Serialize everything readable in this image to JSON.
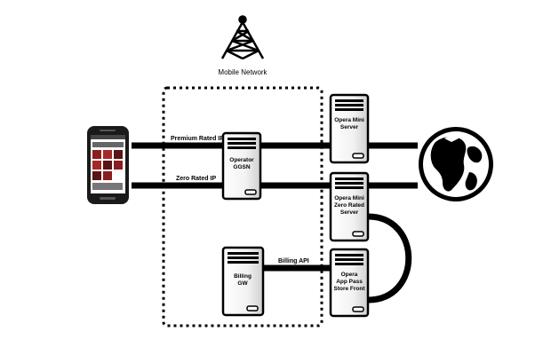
{
  "mobile_network_label": "Mobile Network",
  "links": {
    "premium_rated_ip": "Premium Rated IP",
    "zero_rated_ip": "Zero Rated IP",
    "billing_api": "Billing API"
  },
  "servers": {
    "operator_ggsn": [
      "Operator",
      "GGSN"
    ],
    "billing_gw": [
      "Billing",
      "GW"
    ],
    "opera_mini_server": [
      "Opera Mini",
      "Server"
    ],
    "opera_mini_zero_rated_server": [
      "Opera Mini",
      "Zero Rated",
      "Server"
    ],
    "opera_app_pass_store_front": [
      "Opera",
      "App Pass",
      "Store Front"
    ]
  },
  "icons": {
    "tower": "antenna-tower-icon",
    "phone": "smartphone-icon",
    "globe": "internet-globe-icon"
  },
  "colors": {
    "line": "#000000",
    "background": "#ffffff",
    "phone_screen": "#8b1e1e"
  }
}
